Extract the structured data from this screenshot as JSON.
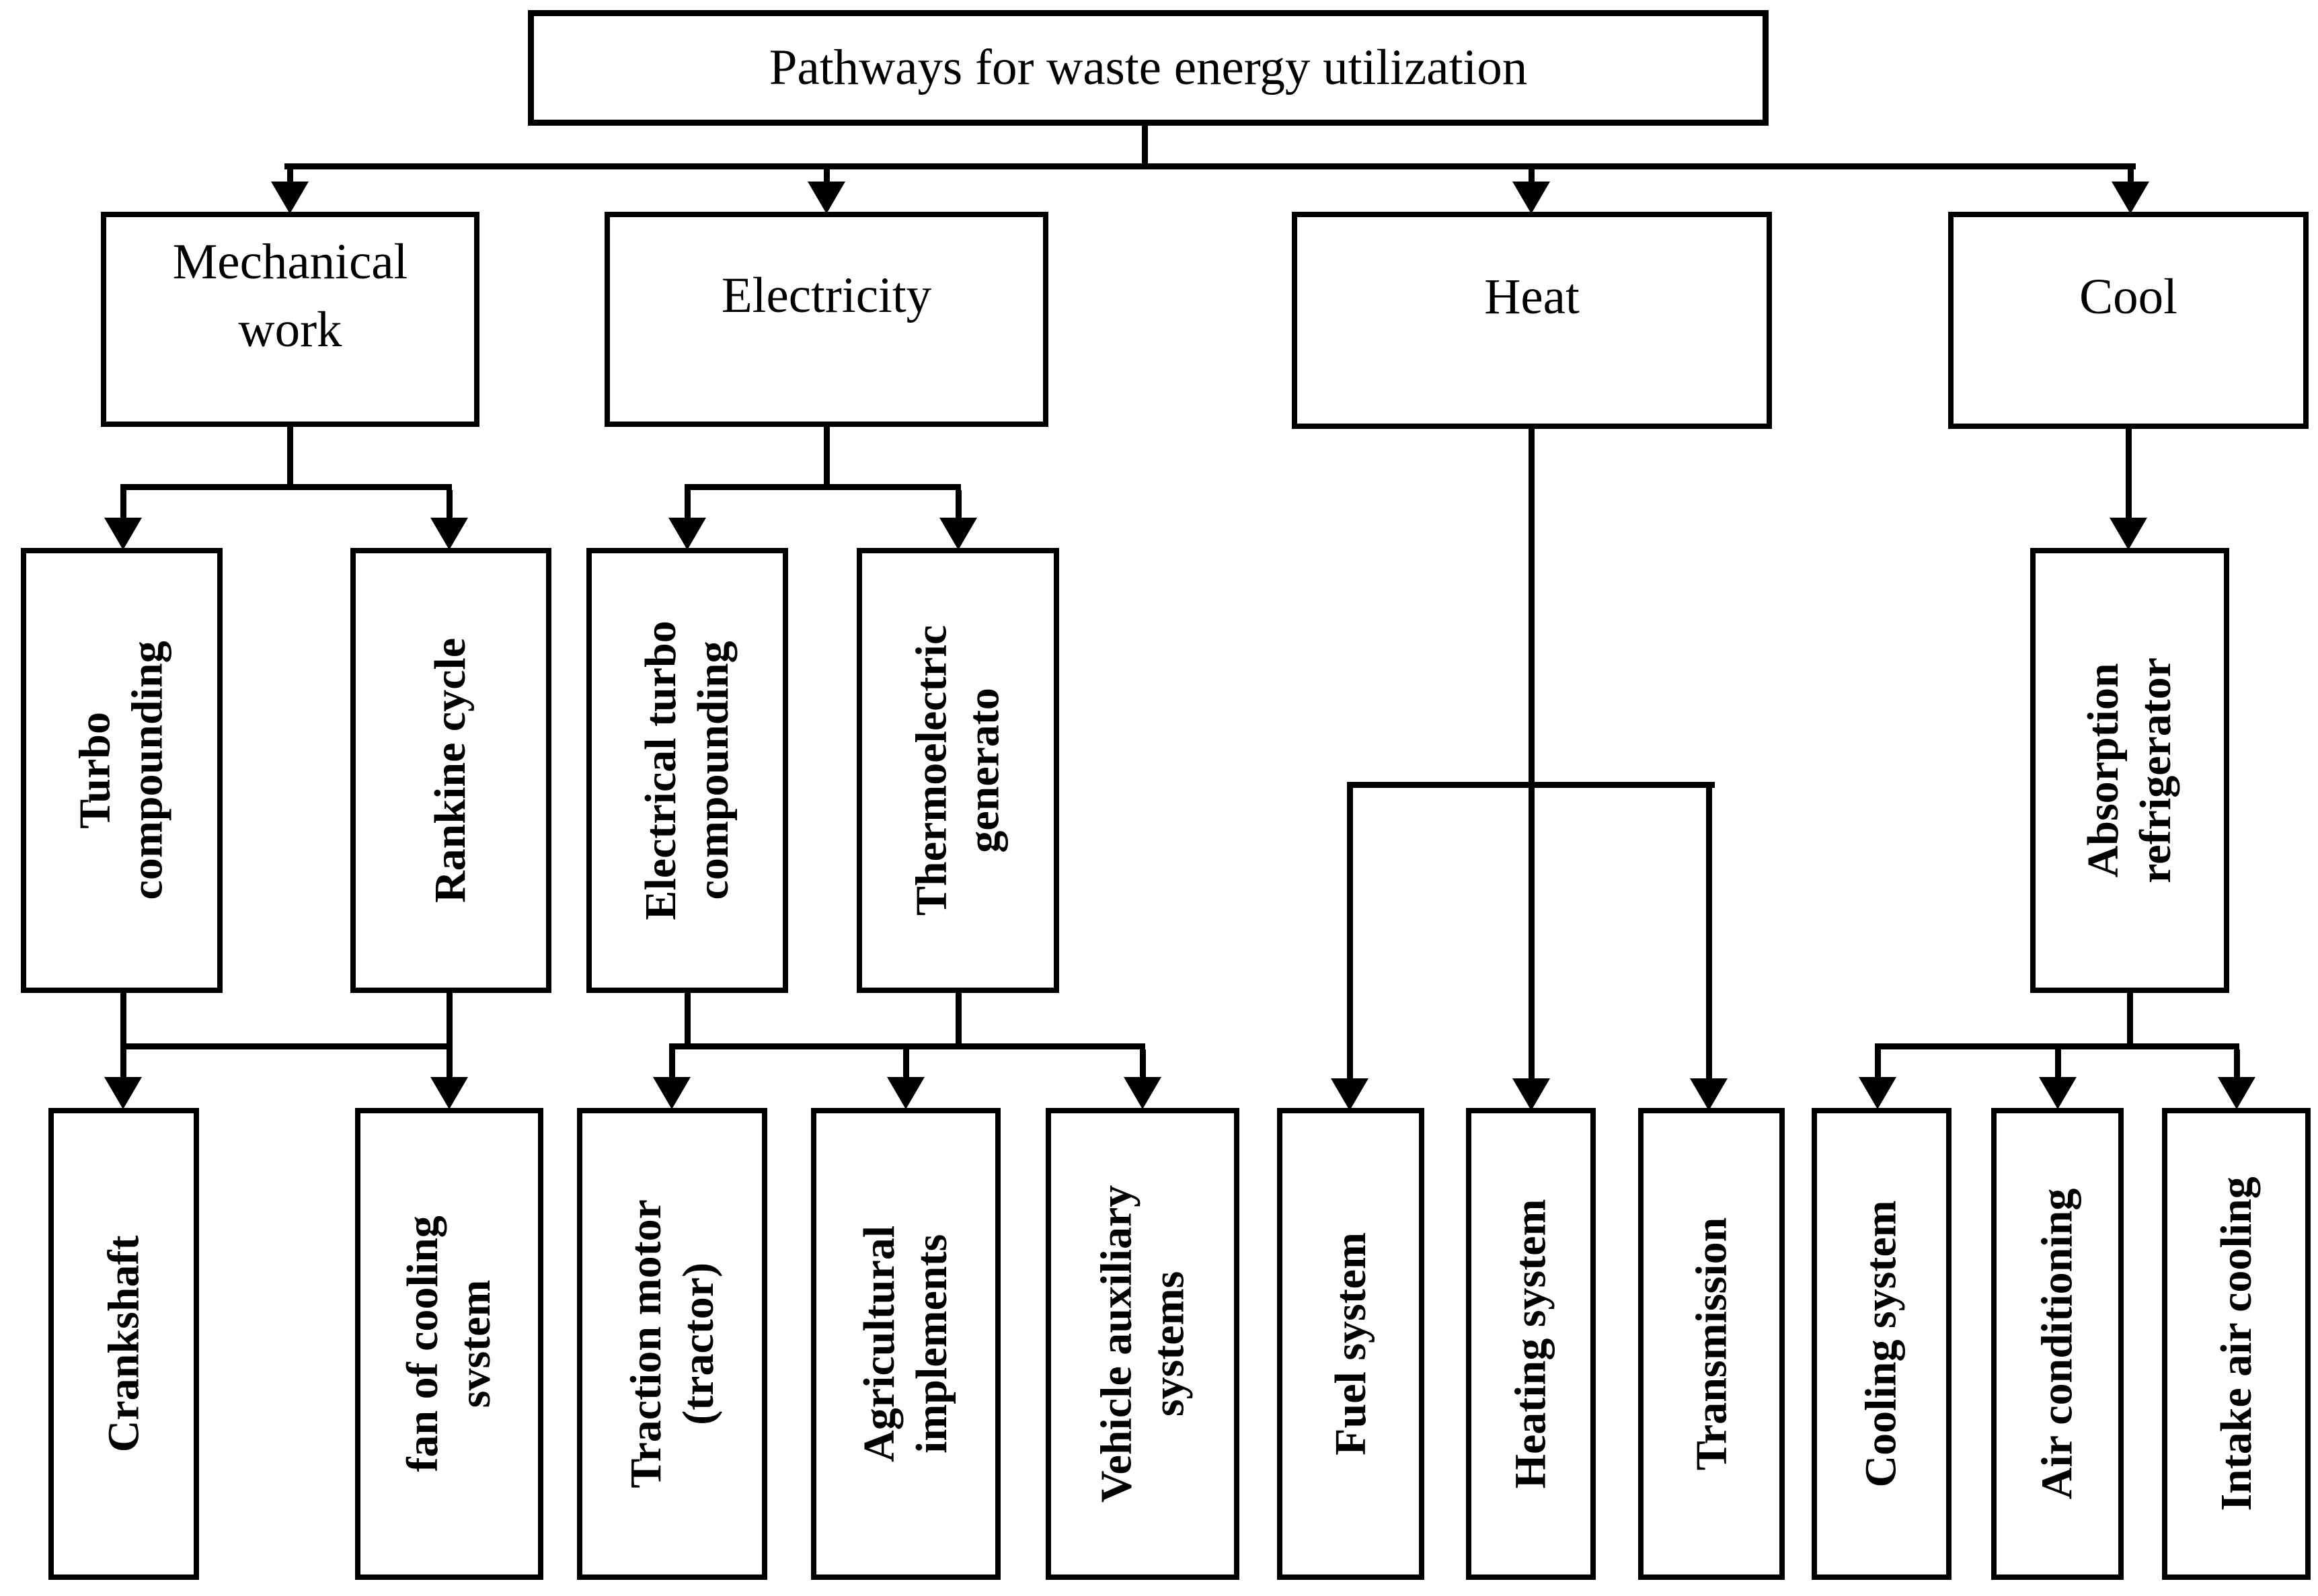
{
  "colors": {
    "ink": "#000000",
    "paper": "#ffffff"
  },
  "diagram": {
    "title": "Pathways for waste energy utilization",
    "level2": {
      "mechanical": "Mechanical\nwork",
      "electricity": "Electricity",
      "heat": "Heat",
      "cool": "Cool"
    },
    "level3": {
      "turbo": "Turbo\ncompounding",
      "rankine": "Rankine cycle",
      "electrical_turbo": "Electrical turbo\ncompounding",
      "thermoelectric": "Thermoelectric\ngenerato",
      "absorption": "Absorption\nrefrigerator"
    },
    "level4": {
      "crankshaft": "Crankshaft",
      "fan": "fan of cooling\nsvstem",
      "traction": "Traction motor\n(tractor)",
      "agricultural": "Agricultural\nimplements",
      "vehicle": "Vehicle auxiliary\nsystems",
      "fuel": "Fuel system",
      "heating": "Heating system",
      "transmission": "Transmission",
      "cooling": "Cooling system",
      "air_conditioning": "Air conditioning",
      "intake": "Intake air cooling"
    }
  }
}
